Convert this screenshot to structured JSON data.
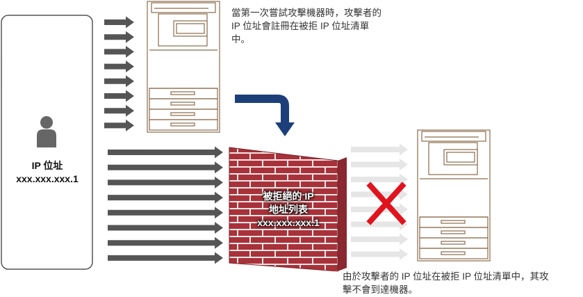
{
  "captions": {
    "top_line1": "當第一次嘗試攻擊機器時，攻擊者的",
    "top_line2": "IP 位址會註冊在被拒 IP 位址清單",
    "top_line3": "中。",
    "bottom_line1": "由於攻擊者的 IP 位址在被拒 IP 位址清單中，其攻",
    "bottom_line2": "擊不會到達機器。"
  },
  "attacker": {
    "icon": "person-icon",
    "label_line1": "IP 位址",
    "label_line2": "xxx.xxx.xxx.1"
  },
  "firewall": {
    "label_line1": "被拒絕的 IP",
    "label_line2": "地址列表",
    "label_line3": "xxx.xxx.xxx.1"
  },
  "icons": {
    "printer_top": "multifunction-printer-icon",
    "printer_right": "multifunction-printer-icon",
    "redirect_arrow": "curved-arrow-down-icon",
    "blocked_mark": "red-x-icon"
  },
  "colors": {
    "arrow": "#555555",
    "faded_arrow": "#e6e6e6",
    "brick": "#a8323a",
    "mortar": "#f2e6e6",
    "redirect_arrow": "#1c3f7a",
    "block_x": "#e0141e",
    "printer_outline": "#8a6a4a"
  }
}
